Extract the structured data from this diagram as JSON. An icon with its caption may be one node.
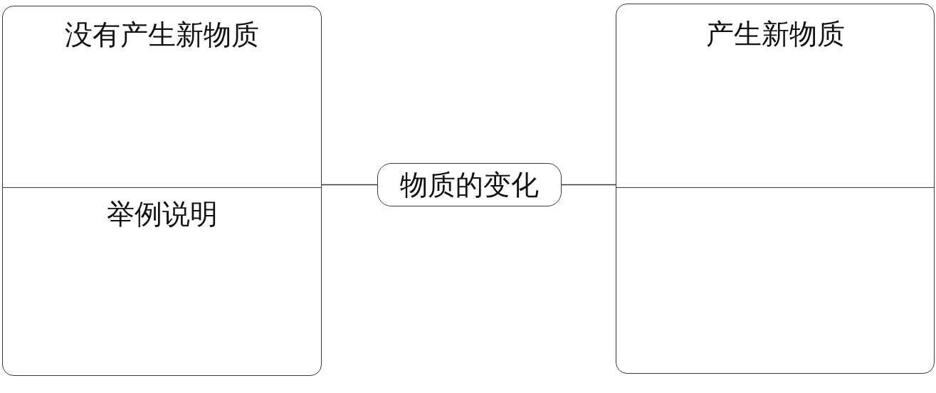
{
  "diagram": {
    "nodes": [
      {
        "text": [
          "没有产生新物质",
          "举例说明"
        ]
      },
      {
        "text": [
          "物质的变化"
        ]
      },
      {
        "text": [
          "产生新物质"
        ]
      }
    ],
    "edges": [
      {
        "from": 1,
        "to": 0,
        "arrow": "none"
      },
      {
        "from": 1,
        "to": 2,
        "arrow": "none"
      }
    ]
  }
}
